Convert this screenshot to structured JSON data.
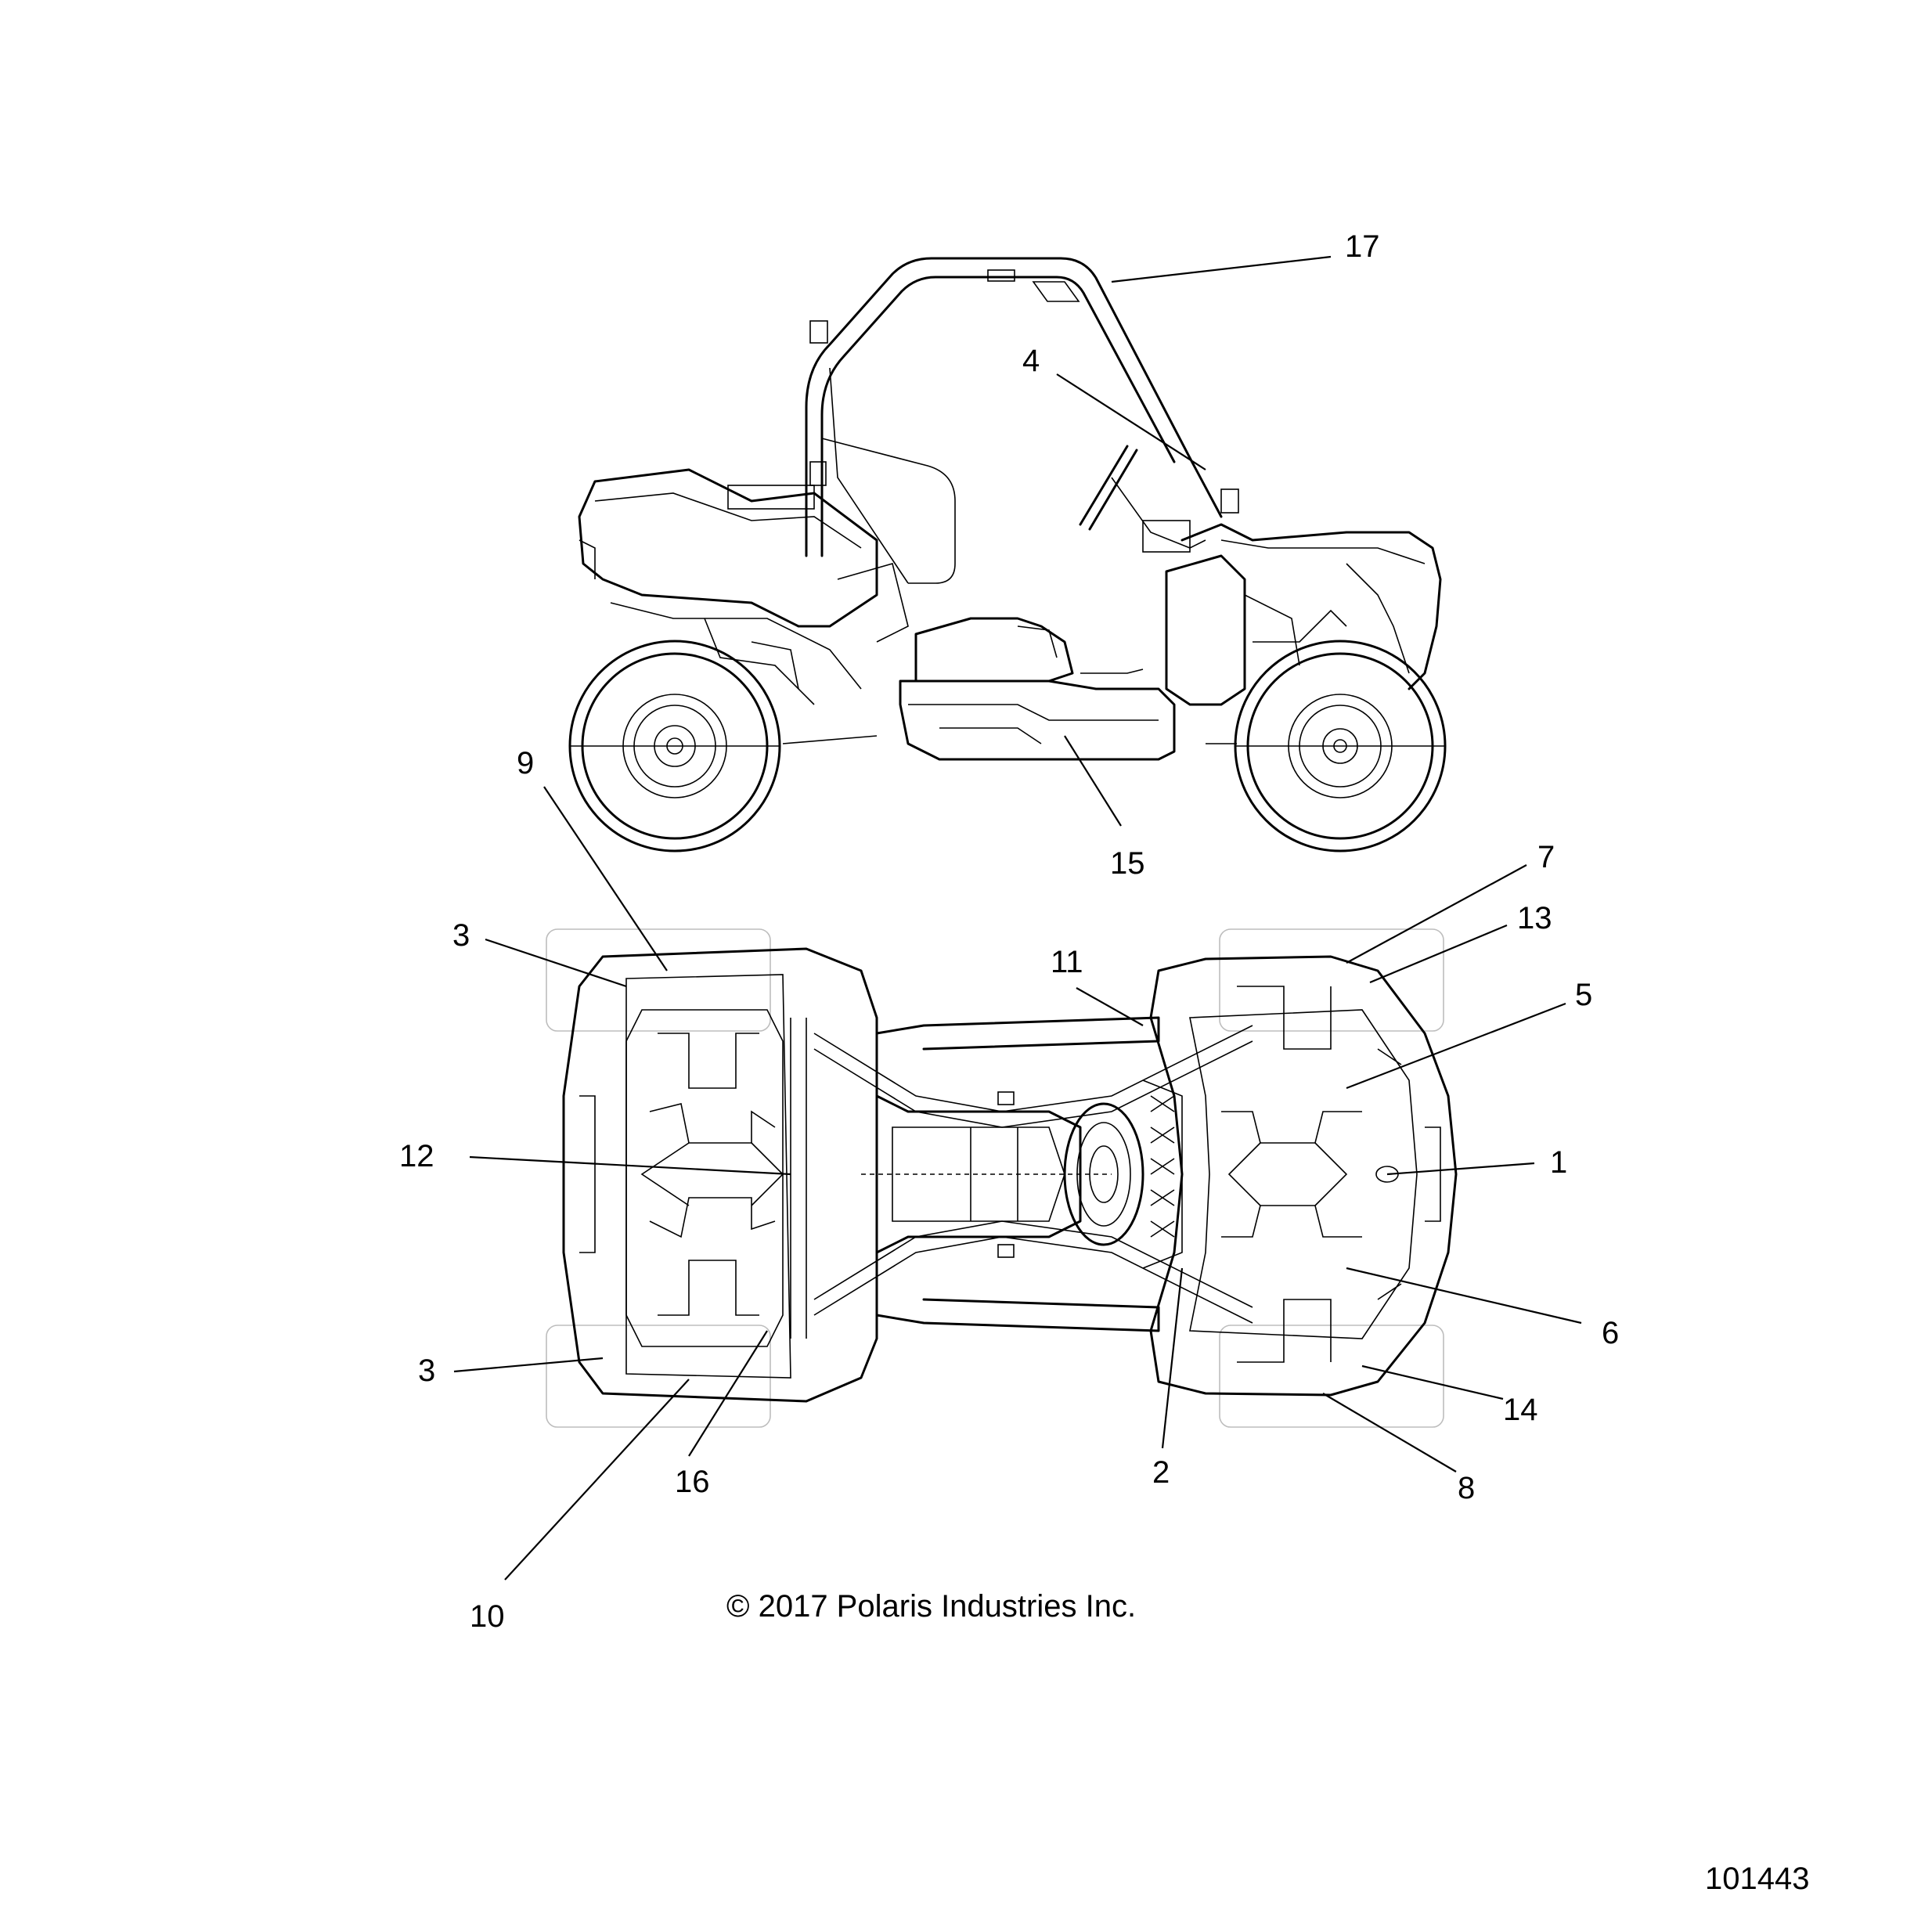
{
  "callouts": {
    "c1": "1",
    "c2": "2",
    "c3a": "3",
    "c3b": "3",
    "c4": "4",
    "c5": "5",
    "c6": "6",
    "c7": "7",
    "c8": "8",
    "c9": "9",
    "c10": "10",
    "c11": "11",
    "c12": "12",
    "c13": "13",
    "c14": "14",
    "c15": "15",
    "c16": "16",
    "c17": "17"
  },
  "footer": {
    "copyright": "© 2017 Polaris Industries Inc.",
    "document_number": "101443"
  }
}
